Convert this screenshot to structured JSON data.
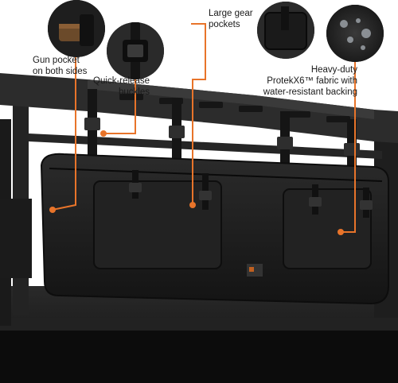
{
  "callouts": {
    "gun_pocket": {
      "line1": "Gun pocket",
      "line2": "on both sides"
    },
    "quick_release": {
      "line1": "Quick-release",
      "line2": "buckles"
    },
    "large_gear": {
      "line1": "Large gear",
      "line2": "pockets"
    },
    "heavy_duty": {
      "line1": "Heavy-duty",
      "line2": "ProtekX6™ fabric with",
      "line3": "water-resistant backing"
    }
  },
  "colors": {
    "accent_orange": "#e8742a",
    "bag_black": "#1c1c1c",
    "rack_dark": "#2a2a2a"
  },
  "icons": [
    "gun-pocket-inset",
    "buckle-inset",
    "gear-pocket-inset",
    "fabric-inset"
  ]
}
